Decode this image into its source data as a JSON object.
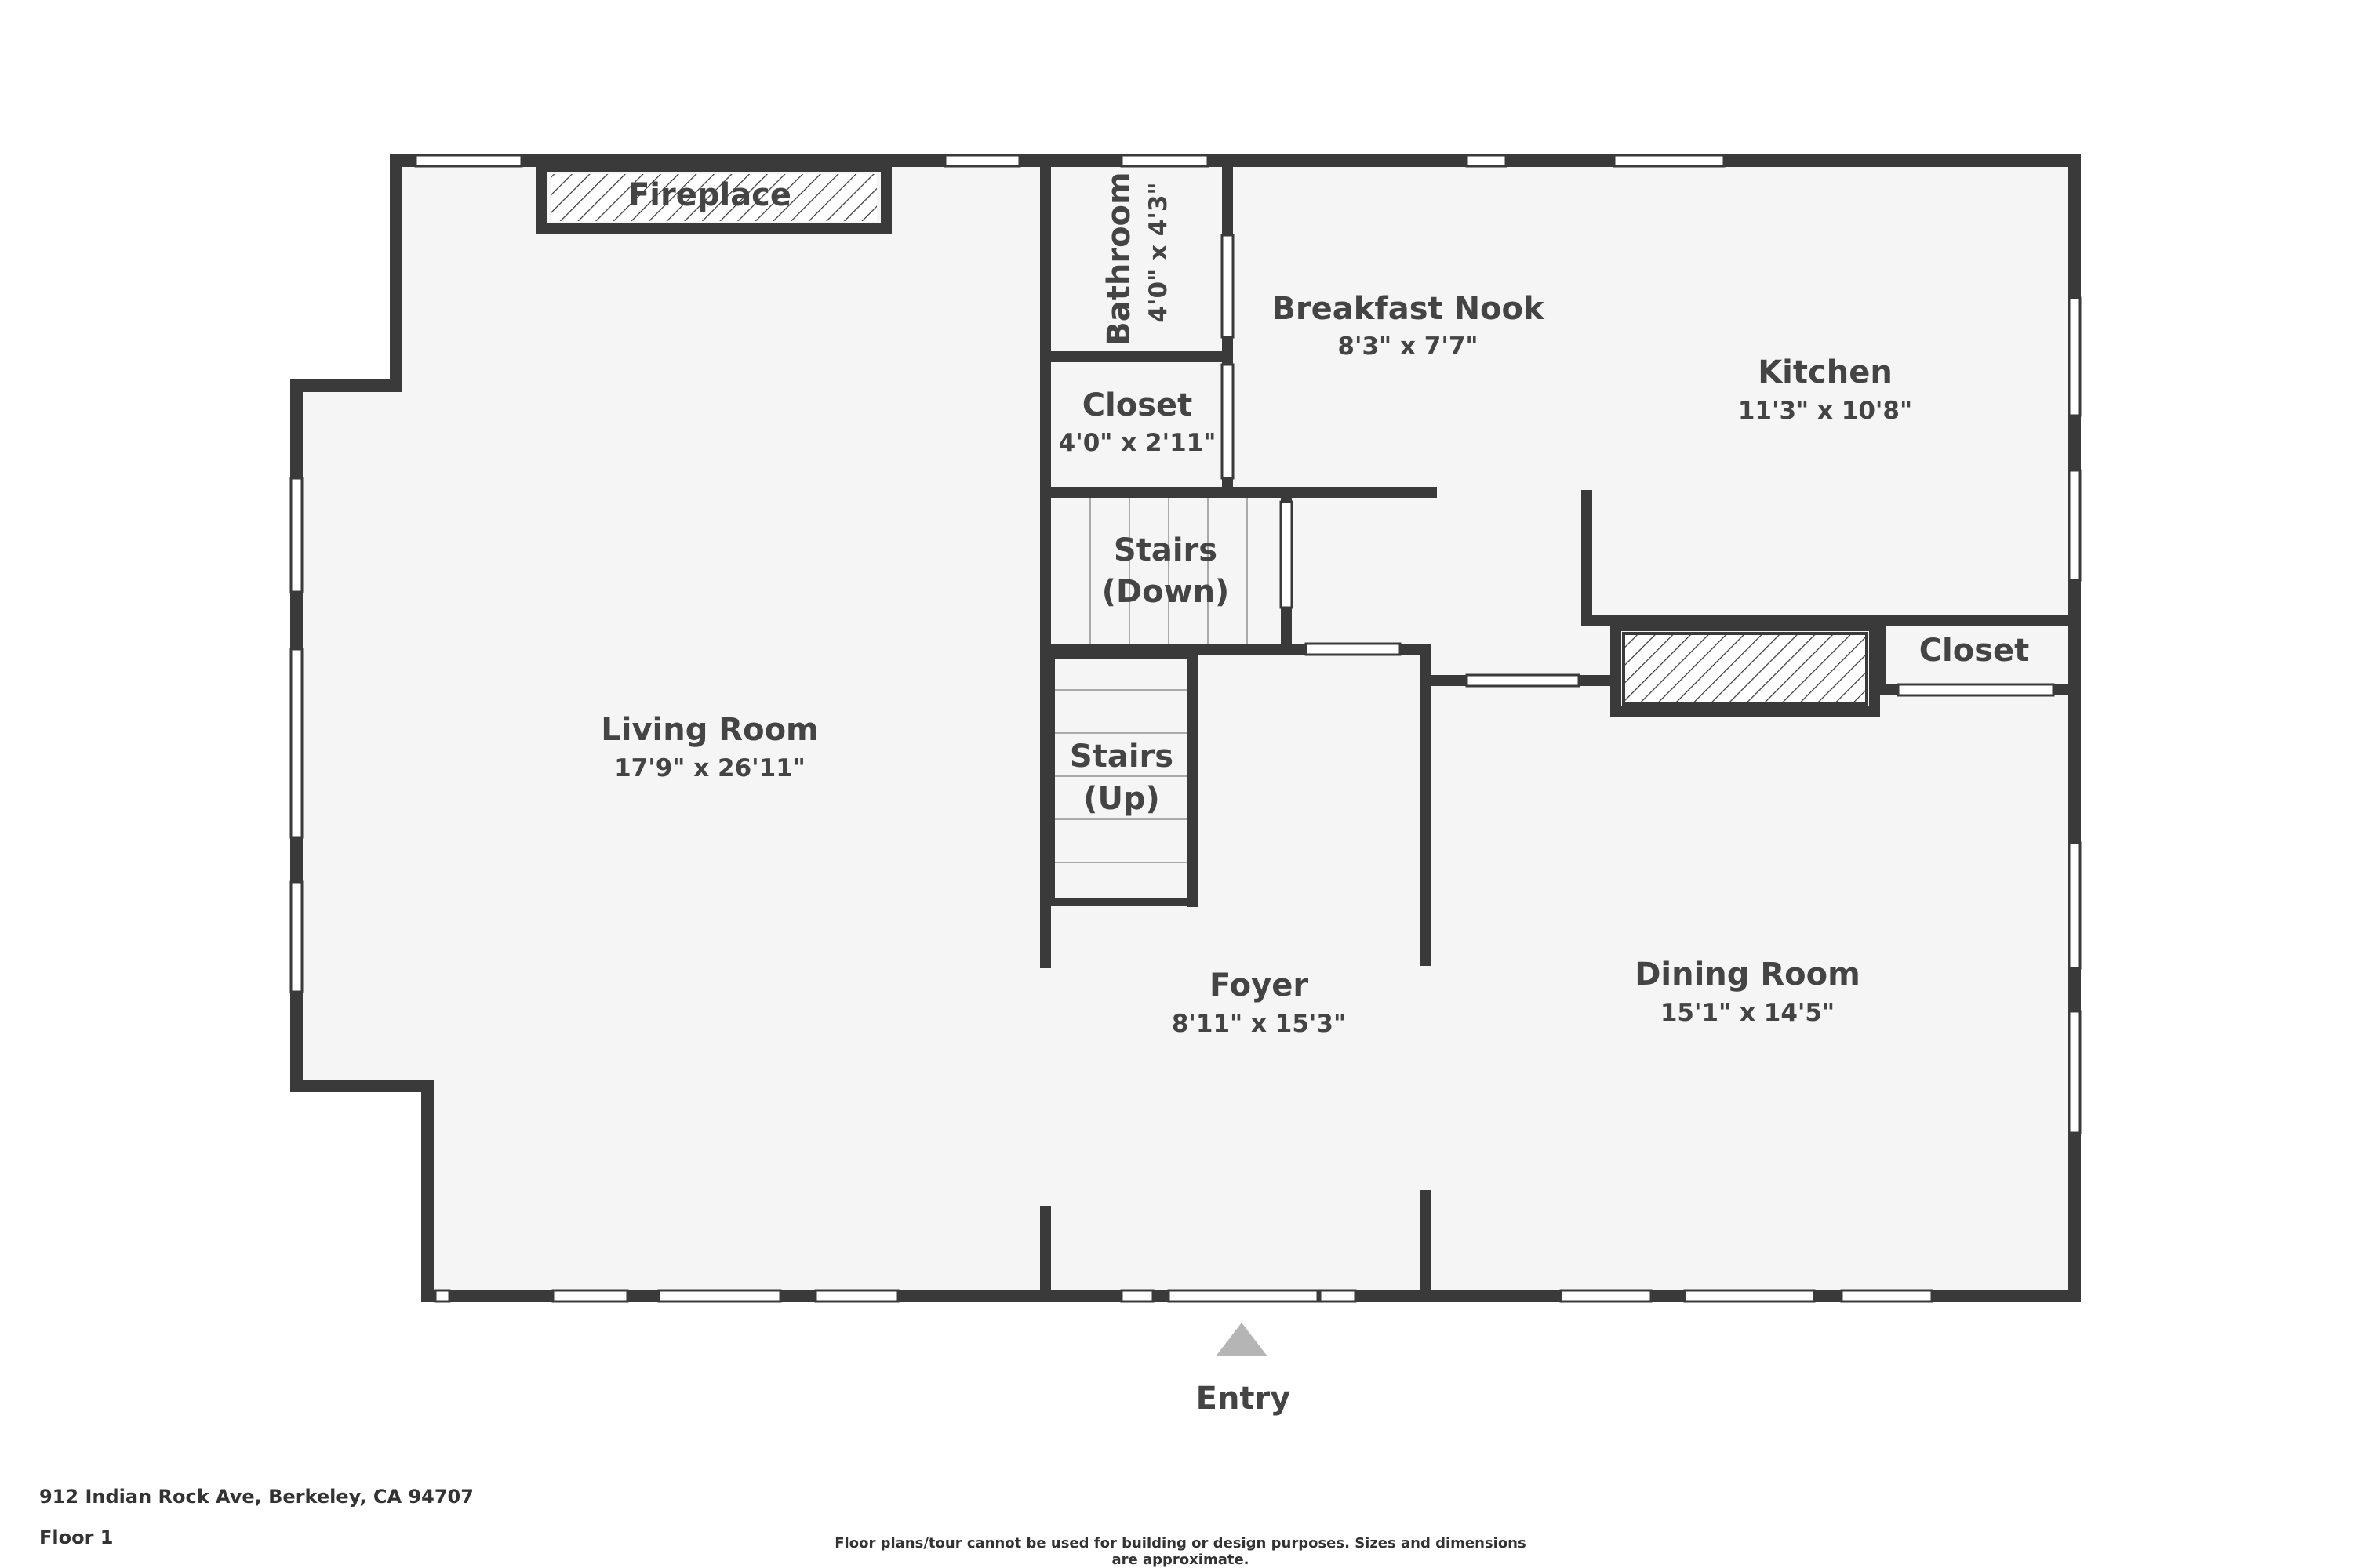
{
  "address": "912 Indian Rock Ave, Berkeley, CA 94707",
  "floor": "Floor 1",
  "disclaimer": "Floor plans/tour cannot be used for building or design purposes. Sizes and dimensions are approximate.",
  "entry": "Entry",
  "colors": {
    "wall": "#3a3a3a",
    "floor": "#f5f5f5",
    "text": "#444444",
    "entry_marker": "#b5b5b5"
  },
  "rooms": {
    "living": {
      "name": "Living Room",
      "dims": "17'9\" x 26'11\""
    },
    "fireplace": {
      "name": "Fireplace"
    },
    "bathroom": {
      "name": "Bathroom",
      "dims": "4'0\" x 4'3\""
    },
    "breakfast": {
      "name": "Breakfast Nook",
      "dims": "8'3\" x 7'7\""
    },
    "kitchen": {
      "name": "Kitchen",
      "dims": "11'3\" x 10'8\""
    },
    "closet1": {
      "name": "Closet",
      "dims": "4'0\" x 2'11\""
    },
    "stairs_down": {
      "name": "Stairs",
      "sub": "(Down)"
    },
    "stairs_up": {
      "name": "Stairs",
      "sub": "(Up)"
    },
    "closet2": {
      "name": "Closet"
    },
    "foyer": {
      "name": "Foyer",
      "dims": "8'11\" x 15'3\""
    },
    "dining": {
      "name": "Dining Room",
      "dims": "15'1\" x 14'5\""
    }
  }
}
